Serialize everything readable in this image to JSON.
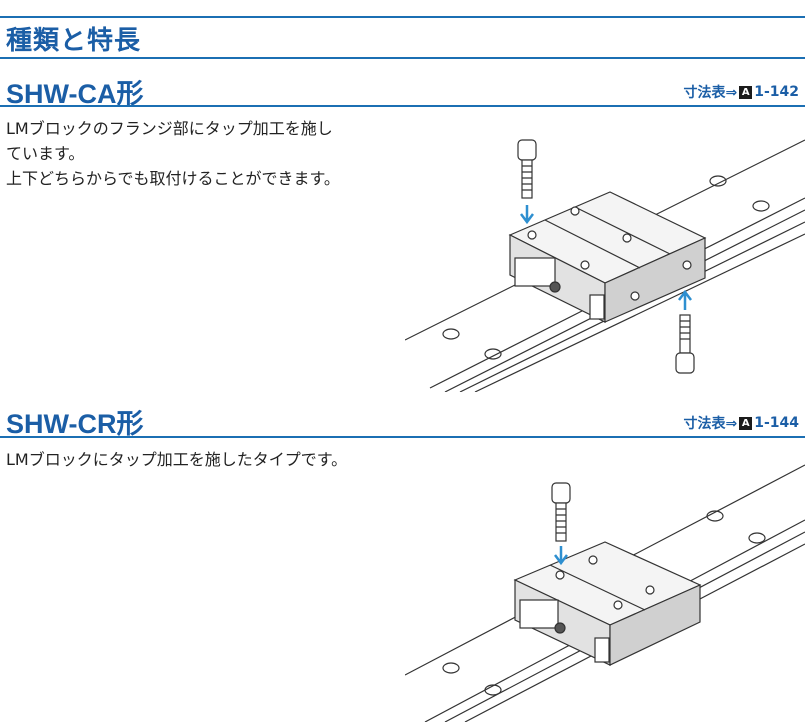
{
  "header": {
    "title": "種類と特長"
  },
  "sections": [
    {
      "title": "SHW-CA形",
      "ref_prefix": "寸法表⇒",
      "ref_badge": "A",
      "ref_page": "1-142",
      "lines": [
        "LMブロックのフランジ部にタップ加工を施し",
        "ています。",
        "上下どちらからでも取付けることができます。"
      ]
    },
    {
      "title": "SHW-CR形",
      "ref_prefix": "寸法表⇒",
      "ref_badge": "A",
      "ref_page": "1-144",
      "lines": [
        "LMブロックにタップ加工を施したタイプです。"
      ]
    }
  ],
  "colors": {
    "accent": "#1b5ea6",
    "arrow": "#2e8fd0"
  }
}
